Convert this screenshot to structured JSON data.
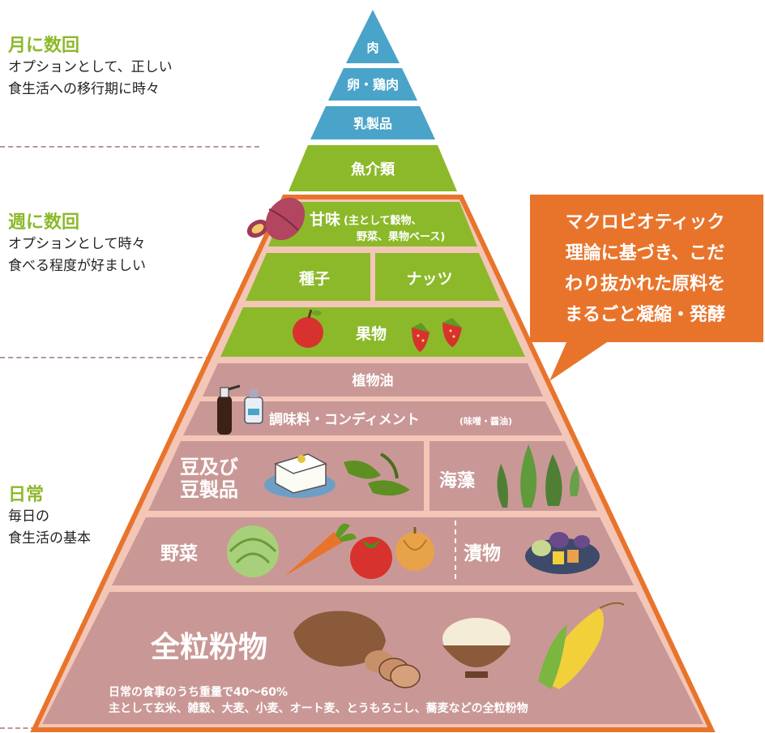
{
  "side_labels": [
    {
      "title": "月に数回",
      "lines": [
        "オプションとして、正しい",
        "食生活への移行期に時々"
      ]
    },
    {
      "title": "週に数回",
      "lines": [
        "オプションとして時々",
        "食べる程度が好ましい"
      ]
    },
    {
      "title": "日常",
      "lines": [
        "毎日の",
        "食生活の基本"
      ]
    }
  ],
  "tiers": {
    "meat": "肉",
    "egg_chicken": "卵・鶏肉",
    "dairy": "乳製品",
    "fish": "魚介類",
    "sweets_main": "甘味",
    "sweets_sub1": "(主として穀物、",
    "sweets_sub2": "野菜、果物ベース)",
    "seeds": "種子",
    "nuts": "ナッツ",
    "fruit": "果物",
    "oil": "植物油",
    "seasoning": "調味料・コンディメント",
    "seasoning_sub": "(味噌・醤油)",
    "tofu_line1": "豆及び",
    "tofu_line2": "豆製品",
    "seaweed": "海藻",
    "vegetables": "野菜",
    "pickles": "漬物",
    "grains": "全粒粉物",
    "grains_note1": "日常の食事のうち重量で40～60%",
    "grains_note2": "主として玄米、雑穀、大麦、小麦、オート麦、とうもろこし、蕎麦などの全粒粉物"
  },
  "callout": [
    "マクロビオティック",
    "理論に基づき、こだ",
    "わり抜かれた原料を",
    "まるごと凝縮・発酵"
  ],
  "colors": {
    "blue": "#4aa3c8",
    "green": "#8cb92a",
    "pink": "#c99896",
    "orange": "#e8742c"
  },
  "icons": [
    "sweet-potato-icon",
    "apple-icon",
    "strawberry-icon",
    "soy-sauce-icon",
    "tofu-icon",
    "edamame-icon",
    "seaweed-icon",
    "cabbage-icon",
    "carrot-icon",
    "tomato-icon",
    "onion-icon",
    "pickles-icon",
    "bread-icon",
    "rice-bowl-icon",
    "corn-icon"
  ]
}
